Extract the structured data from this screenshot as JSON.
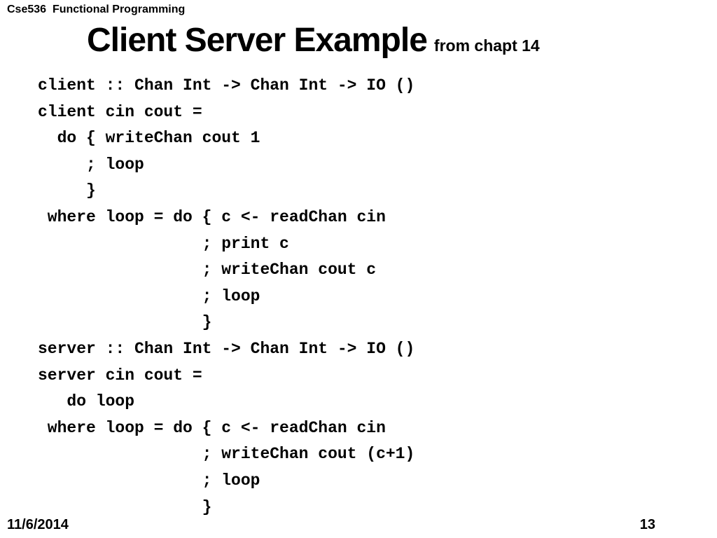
{
  "header": {
    "course": "Cse536  Functional Programming"
  },
  "title": {
    "main": "Client Server Example",
    "sub": "from chapt 14"
  },
  "code": {
    "lines": [
      "client :: Chan Int -> Chan Int -> IO ()",
      "client cin cout =",
      "  do { writeChan cout 1",
      "     ; loop",
      "     }",
      " where loop = do { c <- readChan cin",
      "                 ; print c",
      "                 ; writeChan cout c",
      "                 ; loop",
      "                 }",
      "server :: Chan Int -> Chan Int -> IO ()",
      "server cin cout =",
      "   do loop",
      " where loop = do { c <- readChan cin",
      "                 ; writeChan cout (c+1)",
      "                 ; loop",
      "                 }"
    ]
  },
  "footer": {
    "date": "11/6/2014",
    "page": "13"
  }
}
